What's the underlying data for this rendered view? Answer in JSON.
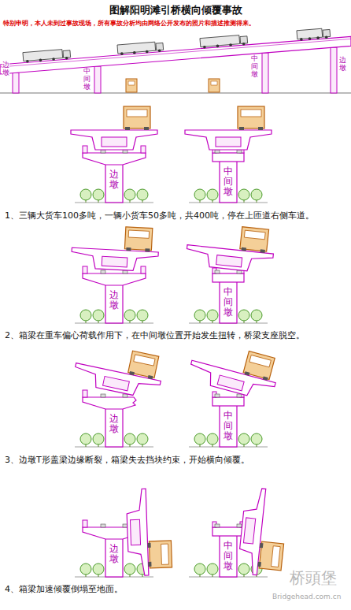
{
  "diagram": {
    "title": "图解阳明滩引桥横向倾覆事故",
    "labels": [
      "特别申明，本人未到过事故现场，所有事故分析均由网络公开发布的照片和描述推测得来。",
      "边墩",
      "中间墩",
      "中间墩",
      "边墩",
      "边墩",
      "中间墩",
      "1、三辆大货车100多吨，一辆小货车50多吨，共400吨，停在上匝道右侧车道。",
      "边墩",
      "中间墩",
      "2、箱梁在重车偏心荷载作用下，在中间墩位置开始发生扭转，桥梁支座脱空。",
      "边墩",
      "中间墩",
      "3、边墩T形盖梁边缘断裂，箱梁失去挡块约束，开始横向倾覆。",
      "边墩",
      "中间墩",
      "4、箱梁加速倾覆倒塌至地面。",
      "桥頭堡",
      "Bridgehead.com.cn"
    ]
  }
}
